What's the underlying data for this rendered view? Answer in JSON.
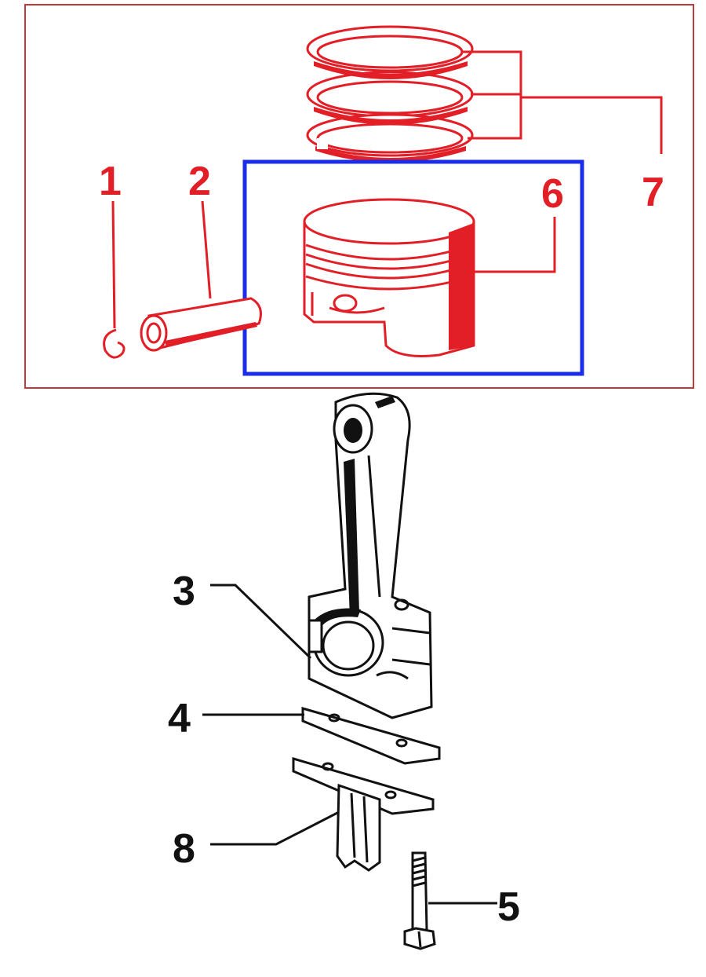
{
  "callouts": {
    "c1": "1",
    "c2": "2",
    "c3": "3",
    "c4": "4",
    "c5": "5",
    "c6": "6",
    "c7": "7",
    "c8": "8"
  },
  "colors": {
    "piston_group": "#e21e26",
    "highlight_box": "#1a2ee8",
    "frame": "#c0393b",
    "rod_group": "#111111"
  },
  "highlighted_part": "6"
}
